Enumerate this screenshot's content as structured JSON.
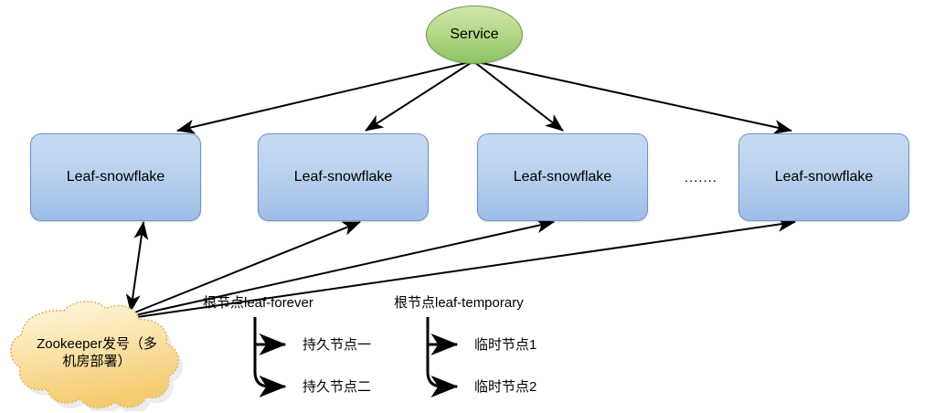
{
  "diagram": {
    "title": "Leaf-snowflake Zookeeper architecture",
    "colors": {
      "service_fill_top": "#cfe5ac",
      "service_fill_bottom": "#8cc263",
      "service_stroke": "#6f9a4e",
      "box_fill_top": "#c7daf2",
      "box_fill_bottom": "#9ebde6",
      "box_stroke": "#6f91c4",
      "cloud_fill_top": "#fdf3d4",
      "cloud_fill_bottom": "#f6cf78",
      "cloud_stroke": "#e0b85c",
      "edge_stroke": "#000000"
    },
    "service": {
      "label": "Service"
    },
    "leaf_nodes": [
      {
        "label": "Leaf-snowflake"
      },
      {
        "label": "Leaf-snowflake"
      },
      {
        "label": "Leaf-snowflake"
      },
      {
        "label": "Leaf-snowflake"
      }
    ],
    "ellipsis": ".......",
    "zookeeper": {
      "line1": "Zookeeper发号（多",
      "line2": "机房部署）",
      "full_label": "Zookeeper发号（多机房部署）"
    },
    "trees": [
      {
        "root_label": "根节点leaf-forever",
        "children": [
          {
            "label": "持久节点一"
          },
          {
            "label": "持久节点二"
          }
        ]
      },
      {
        "root_label": "根节点leaf-temporary",
        "children": [
          {
            "label": "临时节点1"
          },
          {
            "label": "临时节点2"
          }
        ]
      }
    ]
  }
}
